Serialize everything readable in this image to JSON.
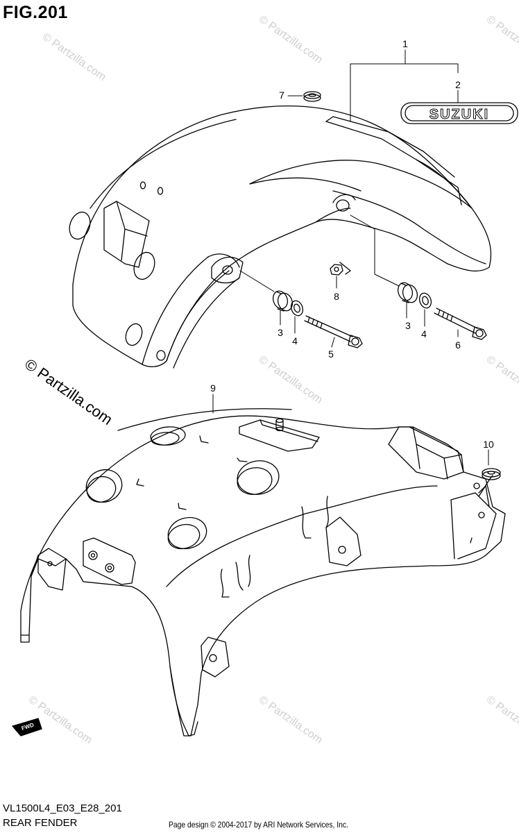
{
  "figure_title": "FIG.201",
  "model_code": "VL1500L4_E03_E28_201",
  "page_name": "REAR FENDER",
  "credit": "Page design © 2004-2017 by ARI Network Services, Inc.",
  "watermark": "© Partzilla.com",
  "watermark_large": "© Partzilla.com",
  "emblem_text": "SUZUKI",
  "fwd_label": "FWD",
  "callouts": {
    "c1": "1",
    "c2": "2",
    "c7": "7",
    "c8": "8",
    "c3a": "3",
    "c4a": "4",
    "c5": "5",
    "c3b": "3",
    "c4b": "4",
    "c6": "6",
    "c9": "9",
    "c10": "10"
  },
  "colors": {
    "line": "#000000",
    "background": "#ffffff",
    "watermark": "#c8c8c8"
  }
}
